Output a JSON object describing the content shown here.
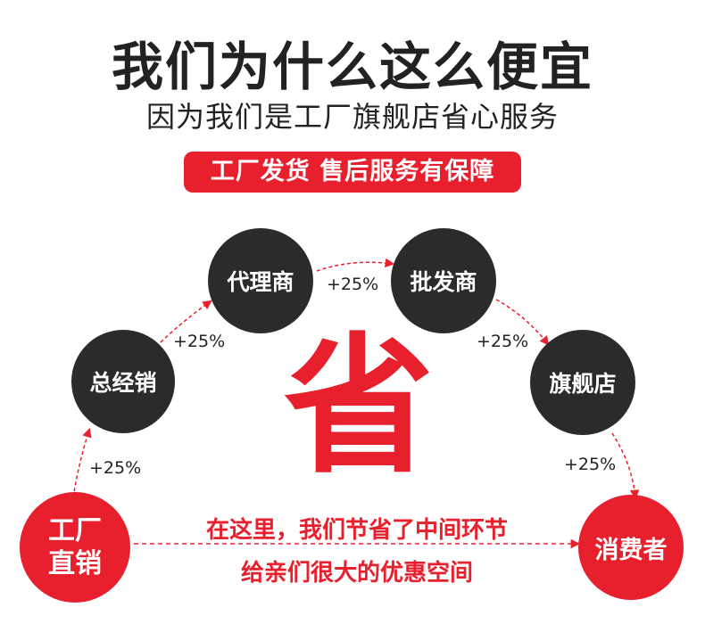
{
  "header": {
    "title": "我们为什么这么便宜",
    "subtitle": "因为我们是工厂旗舰店省心服务",
    "banner": "工厂发货 售后服务有保障"
  },
  "nodes": {
    "factory_line1": "工厂",
    "factory_line2": "直销",
    "general_distributor": "总经销",
    "agent": "代理商",
    "wholesaler": "批发商",
    "flagship_store": "旗舰店",
    "consumer": "消费者"
  },
  "markups": {
    "factory_to_general": "+25%",
    "general_to_agent": "+25%",
    "agent_to_wholesaler": "+25%",
    "wholesaler_to_flagship": "+25%",
    "flagship_to_consumer": "+25%"
  },
  "center": {
    "big_char": "省",
    "line1": "在这里，我们节省了中间环节",
    "line2": "给亲们很大的优惠空间"
  },
  "colors": {
    "accent": "#e8202d",
    "dark_node": "#2b2b2b",
    "text": "#222222"
  }
}
